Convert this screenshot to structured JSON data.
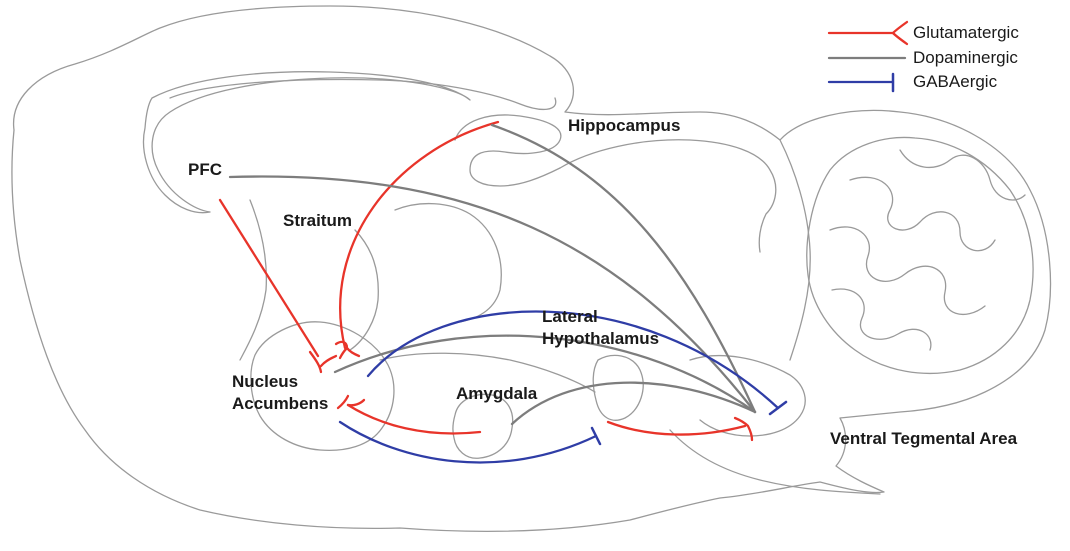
{
  "colors": {
    "glutamatergic": "#e8342a",
    "dopaminergic": "#7d7d7d",
    "gabaergic": "#2f3da6",
    "outline": "#9a9a9a"
  },
  "legend": [
    {
      "label": "Glutamatergic",
      "type": "glutamatergic",
      "terminal": "fork"
    },
    {
      "label": "Dopaminergic",
      "type": "dopaminergic",
      "terminal": "none"
    },
    {
      "label": "GABAergic",
      "type": "gabaergic",
      "terminal": "bar"
    }
  ],
  "regions": {
    "pfc": "PFC",
    "straitum": "Straitum",
    "hippocampus": "Hippocampus",
    "lateral": "Lateral",
    "hypothalamus": "Hypothalamus",
    "nucleus": "Nucleus",
    "accumbens": "Accumbens",
    "amygdala": "Amygdala",
    "vta": "Ventral Tegmental Area"
  },
  "projections": [
    {
      "from": "PFC",
      "to": "Nucleus Accumbens",
      "type": "glutamatergic"
    },
    {
      "from": "Hippocampus",
      "to": "Nucleus Accumbens",
      "type": "glutamatergic"
    },
    {
      "from": "Amygdala",
      "to": "Nucleus Accumbens",
      "type": "glutamatergic"
    },
    {
      "from": "Lateral Hypothalamus",
      "to": "Ventral Tegmental Area",
      "type": "glutamatergic"
    },
    {
      "from": "Ventral Tegmental Area",
      "to": "PFC",
      "type": "dopaminergic"
    },
    {
      "from": "Ventral Tegmental Area",
      "to": "Hippocampus",
      "type": "dopaminergic"
    },
    {
      "from": "Ventral Tegmental Area",
      "to": "Nucleus Accumbens",
      "type": "dopaminergic"
    },
    {
      "from": "Ventral Tegmental Area",
      "to": "Amygdala",
      "type": "dopaminergic"
    },
    {
      "from": "Nucleus Accumbens",
      "to": "Ventral Tegmental Area",
      "type": "gabaergic"
    },
    {
      "from": "Nucleus Accumbens",
      "to": "Lateral Hypothalamus",
      "type": "gabaergic"
    }
  ]
}
